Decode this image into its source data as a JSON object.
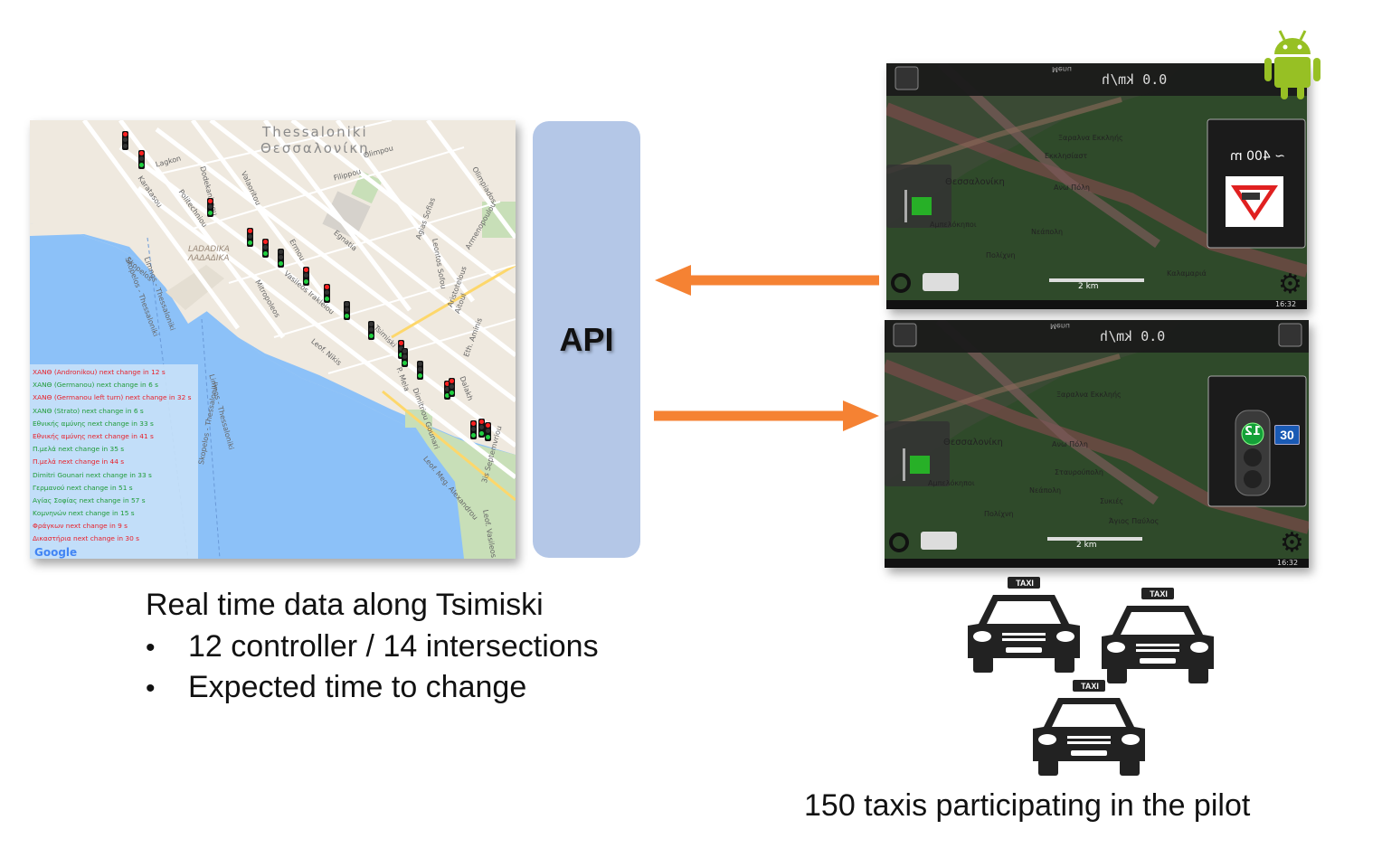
{
  "map": {
    "city_en": "Thessaloniki",
    "city_gr": "Θεσσαλονίκη",
    "districts": [
      "LADADIKA",
      "ΛΑΔΑΔΙΚΑ"
    ],
    "streets": [
      "Lagkon",
      "Karatasou",
      "Politechniou",
      "Dodekanissou",
      "Valaoritou",
      "Filippou",
      "Olimpou",
      "Ermou",
      "Egnatia",
      "Vasileos Irakleiou",
      "Mitropoleos",
      "Tsimiski",
      "Leof. Nikis",
      "Agias Sofias",
      "Leontos Sofou",
      "Aristotelous",
      "Armenopoulou",
      "Olimpiados",
      "P. Mela",
      "Dimitriou Gounari",
      "Eth. Aminis",
      "Leof. Meg. Alexandrou",
      "3is Septemvriou",
      "Leof. Vasileos",
      "Limnos - Thessaloniki",
      "Skopelos - Thessaloniki",
      "Skopelos",
      "Limnos - Thessaloniki",
      "Skopelos - Thessaloniki",
      "Aitoul",
      "Dalakh"
    ],
    "google_logo": "Google",
    "status_lines": [
      {
        "text": "ΧΑΝΘ (Andronikou) next change in 12 s",
        "color": "red"
      },
      {
        "text": "ΧΑΝΘ (Germanou) next change in 6 s",
        "color": "green"
      },
      {
        "text": "ΧΑΝΘ (Germanou left turn) next change in 32 s",
        "color": "red"
      },
      {
        "text": "ΧΑΝΘ (Strato) next change in 6 s",
        "color": "green"
      },
      {
        "text": "Εθνικής αμύνης next change in 33 s",
        "color": "green"
      },
      {
        "text": "Εθνικής αμύνης next change in 41 s",
        "color": "red"
      },
      {
        "text": "Π.μελά next change in 35 s",
        "color": "green"
      },
      {
        "text": "Π.μελά next change in 44 s",
        "color": "red"
      },
      {
        "text": "Dimitri Gounari next change in 33 s",
        "color": "green"
      },
      {
        "text": "Γερμανού next change in 51 s",
        "color": "green"
      },
      {
        "text": "Αγίας Σοφίας next change in 57 s",
        "color": "green"
      },
      {
        "text": "Κομνηνών next change in 15 s",
        "color": "green"
      },
      {
        "text": "Φράγκων next change in 9 s",
        "color": "red"
      },
      {
        "text": "Δικαστήρια next change in 30 s",
        "color": "red"
      }
    ]
  },
  "api": {
    "label": "API"
  },
  "screens": {
    "speed_text": "0.0 km/h",
    "menu_text": "Menu",
    "gr_labels": [
      "Ξαραλνα Εκκληής",
      "Εκκλησίαστ",
      "Θεσσαλονίκη",
      "Ανω Πόλη",
      "Αμπελόκηποι",
      "Σταυρούπολη",
      "Νεάπολη",
      "Πολίχνη",
      "Συκιές",
      "Άγιος Παύλος",
      "Καλαμαριά"
    ],
    "scale_text": "2 km",
    "clock": "16:32",
    "screen1": {
      "distance": "~ 400 m"
    },
    "screen2": {
      "light_number": "12",
      "speed_limit": "30"
    }
  },
  "captions": {
    "main": "Real time data along Tsimiski",
    "bullets": [
      "12 controller / 14 intersections",
      "Expected time to change"
    ],
    "taxi": "150 taxis participating in the pilot",
    "taxi_sign": "TAXI"
  },
  "colors": {
    "arrow": "#f58233",
    "api_box": "#b4c7e7",
    "android": "#97c024",
    "sea": "#8cc1f8"
  }
}
